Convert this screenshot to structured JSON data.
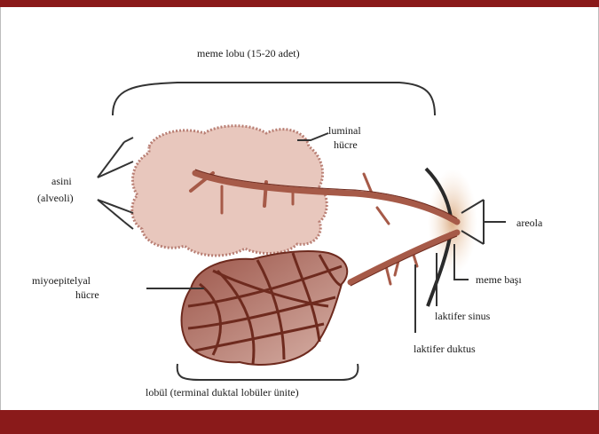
{
  "colors": {
    "frame_top": "#8a1a1a",
    "frame_bottom": "#8a1a1a",
    "lobule_fill": "#e8c7bd",
    "lobule_edge": "#b97f74",
    "duct": "#a65a48",
    "duct_dark": "#6e2a1e",
    "myo_fill": "#b07266",
    "line": "#1a1a1a"
  },
  "labels": {
    "lobe": "meme lobu (15-20 adet)",
    "luminal_line1": "luminal",
    "luminal_line2": "hücre",
    "acini_line1": "asini",
    "acini_line2": "(alveoli)",
    "myo_line1": "miyoepitelyal",
    "myo_line2": "hücre",
    "areola": "areola",
    "nipple": "meme başı",
    "sinus": "laktifer sinus",
    "duct": "laktifer duktus",
    "lobule": "lobül (terminal duktal lobüler ünite)"
  }
}
